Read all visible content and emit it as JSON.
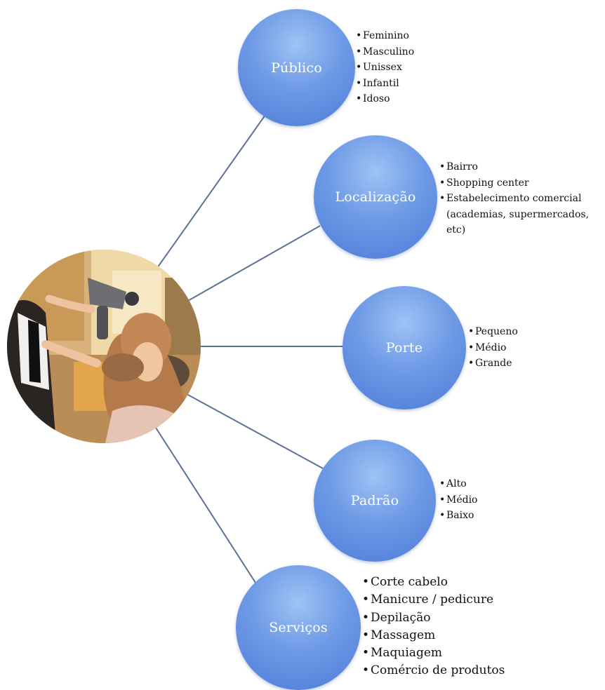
{
  "center_photo": {
    "icon": "hair-salon-photo"
  },
  "nodes": [
    {
      "id": "publico",
      "label": "Público",
      "items": [
        "Feminino",
        "Masculino",
        "Unissex",
        "Infantil",
        "Idoso"
      ]
    },
    {
      "id": "localizacao",
      "label": "Localização",
      "items": [
        "Bairro",
        "Shopping center",
        "Estabelecimento comercial (academias, supermercados, etc)"
      ]
    },
    {
      "id": "porte",
      "label": "Porte",
      "items": [
        "Pequeno",
        "Médio",
        "Grande"
      ]
    },
    {
      "id": "padrao",
      "label": "Padrão",
      "items": [
        "Alto",
        "Médio",
        "Baixo"
      ]
    },
    {
      "id": "servicos",
      "label": "Serviços",
      "items": [
        "Corte cabelo",
        "Manicure / pedicure",
        "Depilação",
        "Massagem",
        "Maquiagem",
        "Comércio de produtos"
      ]
    }
  ],
  "colors": {
    "node_fill": "#6e9ae6",
    "connector": "#5b7196",
    "node_text": "#ffffff"
  }
}
